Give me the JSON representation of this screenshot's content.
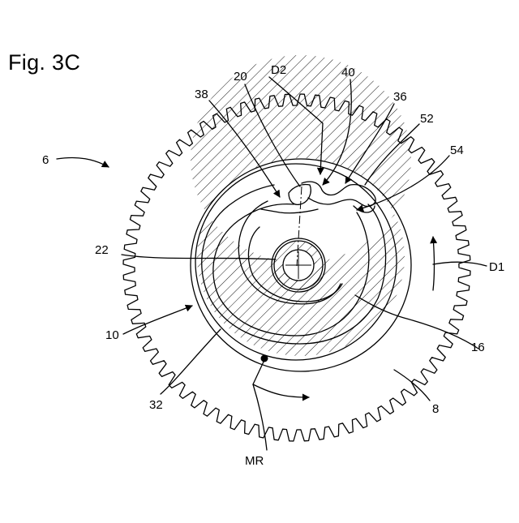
{
  "figure": {
    "title": "Fig. 3C",
    "reference_numerals": {
      "r6": "6",
      "r38": "38",
      "r20": "20",
      "rD2": "D2",
      "r40": "40",
      "r36": "36",
      "r52": "52",
      "r54": "54",
      "r22": "22",
      "rD1": "D1",
      "r10": "10",
      "r16": "16",
      "r32": "32",
      "r8": "8",
      "rMR": "MR"
    }
  },
  "colors": {
    "line": "#000000",
    "background": "#ffffff"
  }
}
